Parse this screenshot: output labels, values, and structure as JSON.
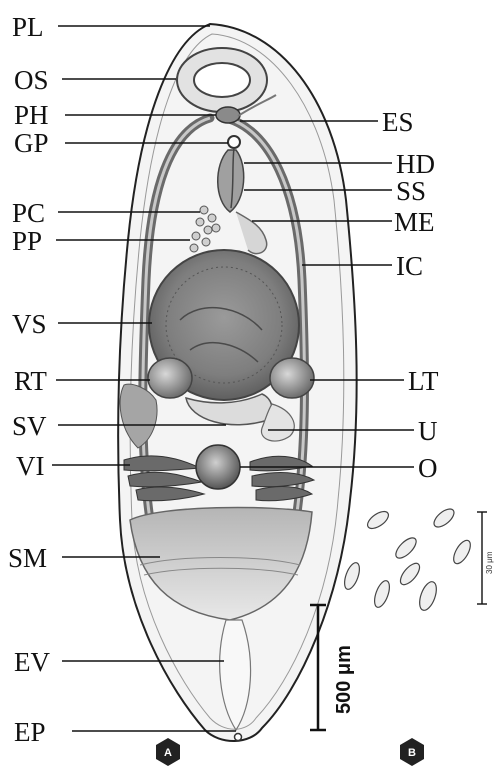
{
  "figure": {
    "labels_left": [
      {
        "key": "PL",
        "text": "PL"
      },
      {
        "key": "OS",
        "text": "OS"
      },
      {
        "key": "PH",
        "text": "PH"
      },
      {
        "key": "GP",
        "text": "GP"
      },
      {
        "key": "PC",
        "text": "PC"
      },
      {
        "key": "PP",
        "text": "PP"
      },
      {
        "key": "VS",
        "text": "VS"
      },
      {
        "key": "RT",
        "text": "RT"
      },
      {
        "key": "SV",
        "text": "SV"
      },
      {
        "key": "VI",
        "text": "VI"
      },
      {
        "key": "SM",
        "text": "SM"
      },
      {
        "key": "EV",
        "text": "EV"
      },
      {
        "key": "EP",
        "text": "EP"
      }
    ],
    "labels_right": [
      {
        "key": "ES",
        "text": "ES"
      },
      {
        "key": "HD",
        "text": "HD"
      },
      {
        "key": "SS",
        "text": "SS"
      },
      {
        "key": "ME",
        "text": "ME"
      },
      {
        "key": "IC",
        "text": "IC"
      },
      {
        "key": "LT",
        "text": "LT"
      },
      {
        "key": "U",
        "text": "U"
      },
      {
        "key": "O",
        "text": "O"
      }
    ],
    "scale_bar_main": "500 μm",
    "scale_bar_eggs": "30 μm",
    "panel_a": "A",
    "panel_b": "B"
  }
}
